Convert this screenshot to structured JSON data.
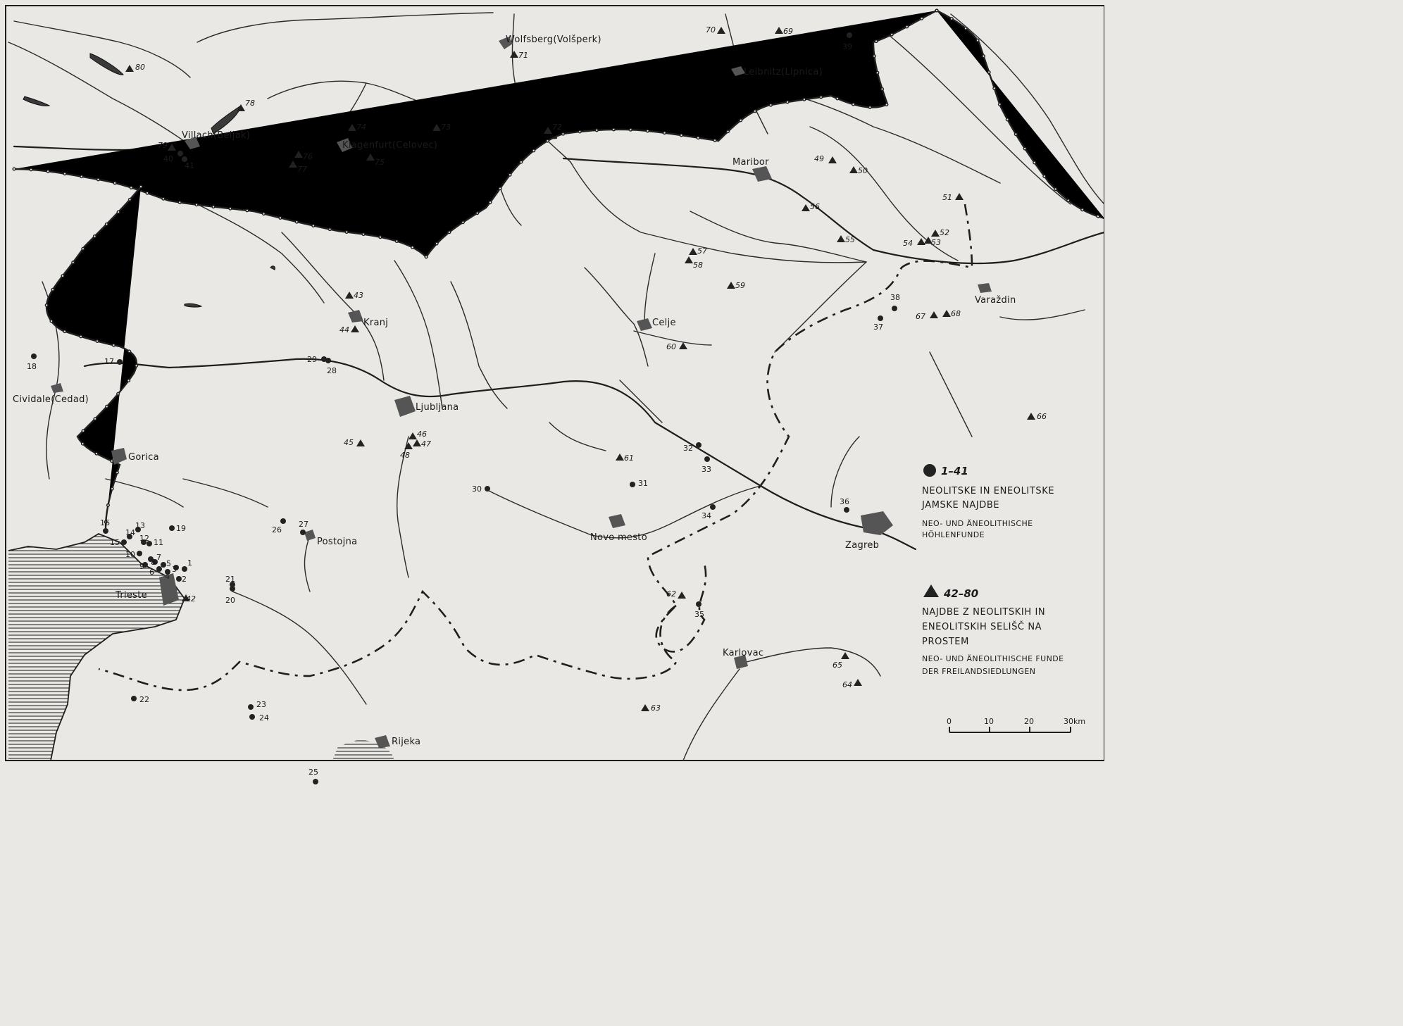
{
  "cities": [
    {
      "id": "wolfsberg",
      "label": "Wolfsberg(Volšperk)"
    },
    {
      "id": "leibnitz",
      "label": "Leibnitz(Lipnica)"
    },
    {
      "id": "villach",
      "label": "Villach(Beljak)"
    },
    {
      "id": "klagenfurt",
      "label": "Klagenfurt(Celovec)"
    },
    {
      "id": "maribor",
      "label": "Maribor"
    },
    {
      "id": "kranj",
      "label": "Kranj"
    },
    {
      "id": "celje",
      "label": "Celje"
    },
    {
      "id": "varazdin",
      "label": "Varaždin"
    },
    {
      "id": "cividale",
      "label": "Cividale(Cedad)"
    },
    {
      "id": "ljubljana",
      "label": "Ljubljana"
    },
    {
      "id": "gorica",
      "label": "Gorica"
    },
    {
      "id": "postojna",
      "label": "Postojna"
    },
    {
      "id": "novo-mesto",
      "label": "Novo mesto"
    },
    {
      "id": "zagreb",
      "label": "Zagreb"
    },
    {
      "id": "trieste",
      "label": "Trieste"
    },
    {
      "id": "karlovac",
      "label": "Karlovac"
    },
    {
      "id": "rijeka",
      "label": "Rijeka"
    }
  ],
  "cave_finds": [
    "1",
    "2",
    "3",
    "4",
    "5",
    "6",
    "7",
    "8",
    "9",
    "10",
    "11",
    "12",
    "13",
    "14",
    "15",
    "16",
    "17",
    "18",
    "19",
    "20",
    "21",
    "22",
    "23",
    "24",
    "25",
    "26",
    "27",
    "28",
    "29",
    "30",
    "31",
    "32",
    "33",
    "34",
    "35",
    "36",
    "37",
    "38",
    "39",
    "40",
    "41"
  ],
  "settlement_finds": [
    "42",
    "43",
    "44",
    "45",
    "46",
    "47",
    "48",
    "49",
    "50",
    "51",
    "52",
    "53",
    "54",
    "55",
    "56",
    "57",
    "58",
    "59",
    "60",
    "61",
    "62",
    "63",
    "64",
    "65",
    "66",
    "67",
    "68",
    "69",
    "70",
    "71",
    "72",
    "73",
    "74",
    "75",
    "76",
    "77",
    "78",
    "79",
    "80"
  ],
  "legend": {
    "cave": {
      "range": "1–41",
      "title_line1": "NEOLITSKE IN ENEOLITSKE",
      "title_line2": "JAMSKE NAJDBE",
      "sub_line1": "NEO- UND ÄNEOLITHISCHE",
      "sub_line2": "HÖHLENFUNDE"
    },
    "settlement": {
      "range": "42–80",
      "title_line1": "NAJDBE Z NEOLITSKIH IN",
      "title_line2": "ENEOLITSKIH SELIŠČ NA",
      "title_line3": "PROSTEM",
      "sub_line1": "NEO- UND ÄNEOLITHISCHE FUNDE",
      "sub_line2": "DER FREILANDSIEDLUNGEN"
    }
  },
  "scale": {
    "ticks": [
      "0",
      "10",
      "20"
    ],
    "end_label": "30km"
  }
}
